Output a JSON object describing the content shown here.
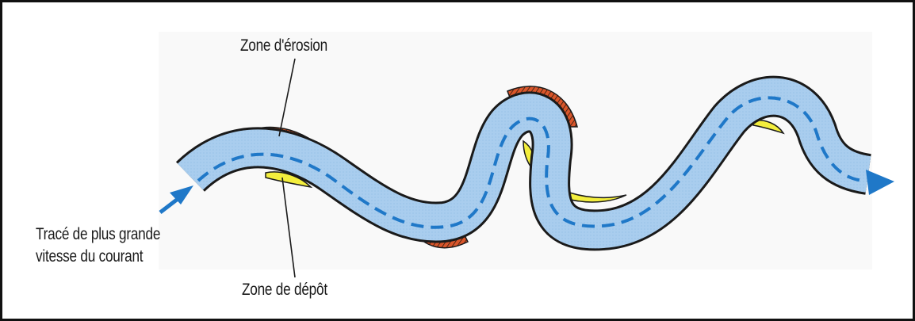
{
  "labels": {
    "erosion": "Zone d'érosion",
    "depot": "Zone de dépôt",
    "trace_line1": "Tracé de plus grande",
    "trace_line2": "vitesse du courant"
  },
  "colors": {
    "water": "#a9cdee",
    "water_edge": "#1a1a1a",
    "erosion_bank": "#d9562b",
    "deposit_bank": "#f3ee3d",
    "current_line": "#1f78c8",
    "frame": "#111111"
  }
}
